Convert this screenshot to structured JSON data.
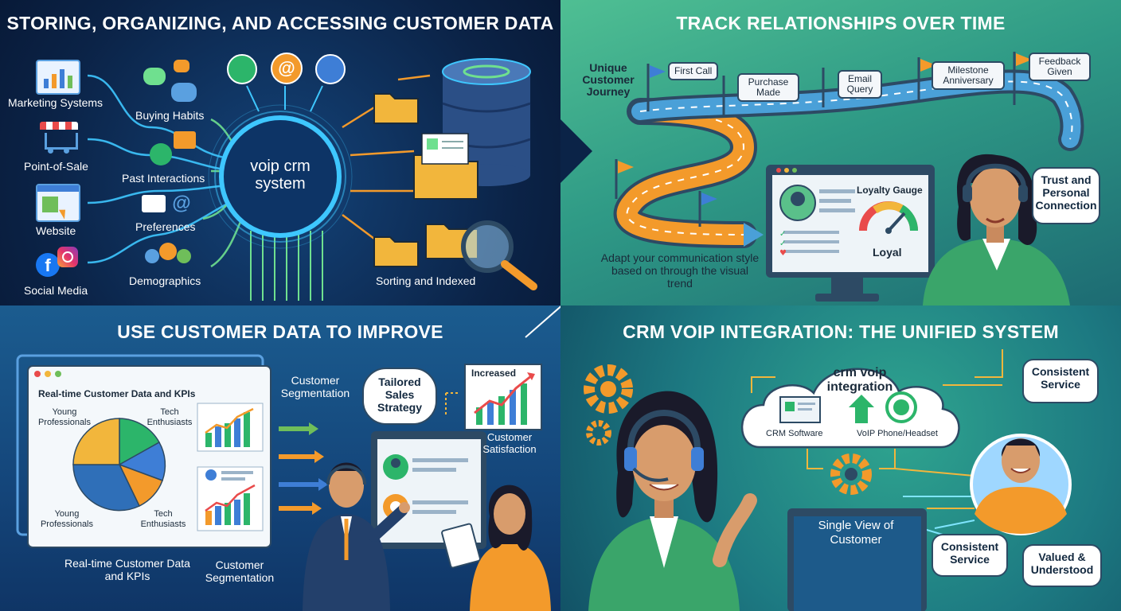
{
  "q1": {
    "title": "STORING, ORGANIZING, AND ACCESSING CUSTOMER DATA",
    "sources": [
      "Marketing Systems",
      "Point-of-Sale",
      "Website",
      "Social Media"
    ],
    "data_types": [
      "Buying Habits",
      "Past Interactions",
      "Preferences",
      "Demographics"
    ],
    "hub": "voip crm system",
    "storage_label": "Sorting and Indexed"
  },
  "q2": {
    "title": "TRACK RELATIONSHIPS OVER TIME",
    "journey_label": "Unique Customer Journey",
    "milestones": [
      "First Call",
      "Purchase Made",
      "Email Query",
      "Milestone Anniversary",
      "Feedback Given"
    ],
    "gauge_title": "Loyalty Gauge",
    "gauge_value": "Loyal",
    "adapt_text": "Adapt your communication style based on through the visual trend",
    "trust_bubble": "Trust and Personal Connection"
  },
  "q3": {
    "title": "USE CUSTOMER DATA TO IMPROVE",
    "dashboard_title": "Real-time Customer Data and KPIs",
    "pie_labels": [
      "Young Professionals",
      "Tech Enthusiasts",
      "Young Professionals",
      "Tech Enthusiasts"
    ],
    "segmentation_top": "Customer Segmentation",
    "strategy_bubble": "Tailored Sales Strategy",
    "increased_label": "Increased",
    "satisfaction_label": "Customer Satisfaction",
    "bottom_kpi_label": "Real-time Customer Data and KPIs",
    "bottom_seg_label": "Customer Segmentation"
  },
  "q4": {
    "title": "CRM VOIP INTEGRATION: THE UNIFIED SYSTEM",
    "cloud_title": "crm voip integration",
    "crm_software": "CRM Software",
    "voip_phone": "VoIP Phone/Headset",
    "single_view": "Single View of Customer",
    "consistent_top": "Consistent Service",
    "consistent_bottom": "Consistent Service",
    "valued": "Valued & Understood"
  },
  "colors": {
    "q1_bg": "#0b2347",
    "q2_bg": "#2f9a86",
    "q3_bg": "#14457a",
    "q4_bg": "#1d7a82",
    "hub_glow": "#3ec7ff",
    "orange_accent": "#f39a2b",
    "folder": "#f2b63c"
  },
  "icons": [
    "phone-icon",
    "at-icon",
    "users-icon",
    "chat-icon",
    "email-icon",
    "shopping-cart-icon",
    "facebook-icon",
    "instagram-icon",
    "database-icon",
    "folder-icon",
    "magnifier-icon",
    "flag-icon",
    "gauge-icon",
    "headset-icon",
    "gear-icon",
    "cloud-icon",
    "pie-chart-icon",
    "bar-chart-icon"
  ]
}
